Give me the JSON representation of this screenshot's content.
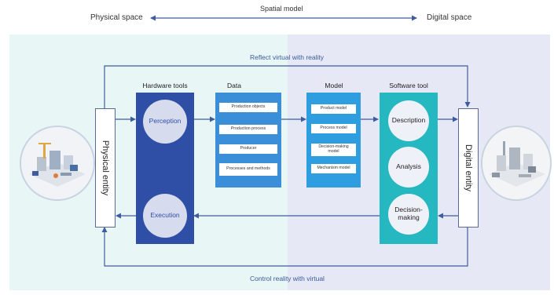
{
  "header": {
    "left_label": "Physical space",
    "center_label": "Spatial model",
    "right_label": "Digital space"
  },
  "flows": {
    "top": "Reflect virtual with reality",
    "bottom": "Control reality with virtual"
  },
  "entities": {
    "physical": "Physical entity",
    "digital": "Digital entity"
  },
  "hardware": {
    "title": "Hardware tools",
    "perception": "Perception",
    "execution": "Execution"
  },
  "data_col": {
    "title": "Data",
    "items": [
      "Production objects",
      "Production process",
      "Producer",
      "Processes and methods"
    ]
  },
  "model_col": {
    "title": "Model",
    "items": [
      "Product model",
      "Process model",
      "Decision-making model",
      "Mechanism model"
    ]
  },
  "software": {
    "title": "Software tool",
    "description": "Description",
    "analysis": "Analysis",
    "decision": "Decision-making"
  },
  "images": {
    "left": "factory-illustration",
    "right": "factory-illustration"
  },
  "colors": {
    "physical_bg": "#e9f6f6",
    "digital_bg": "#e6e8f6",
    "hardware": "#2f4fa6",
    "data": "#3b8fd8",
    "model": "#2f9ee0",
    "software": "#25b8c0",
    "arrow": "#3f5d9c"
  }
}
